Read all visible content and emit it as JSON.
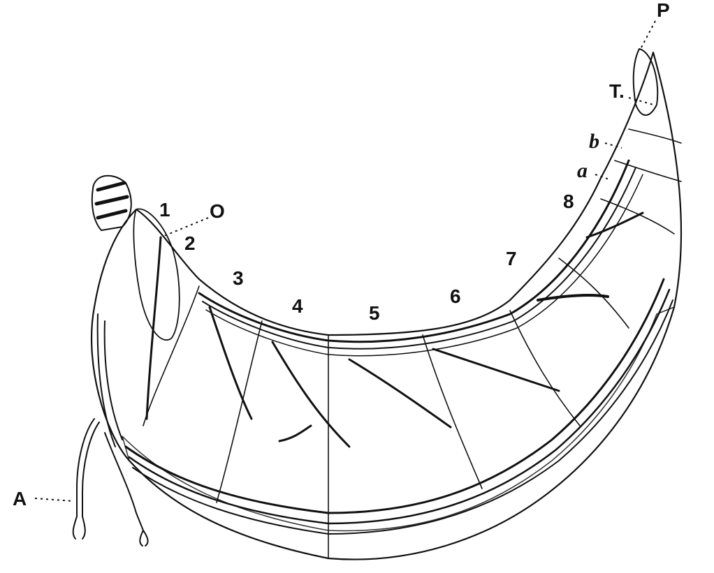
{
  "labels": {
    "P": "P",
    "T": "T.",
    "b": "b",
    "a": "a",
    "O": "O",
    "A": "A",
    "seg1": "1",
    "seg2": "2",
    "seg3": "3",
    "seg4": "4",
    "seg5": "5",
    "seg6": "6",
    "seg7": "7",
    "seg8": "8"
  },
  "colors": {
    "ink": "#111111",
    "paper": "#ffffff"
  }
}
